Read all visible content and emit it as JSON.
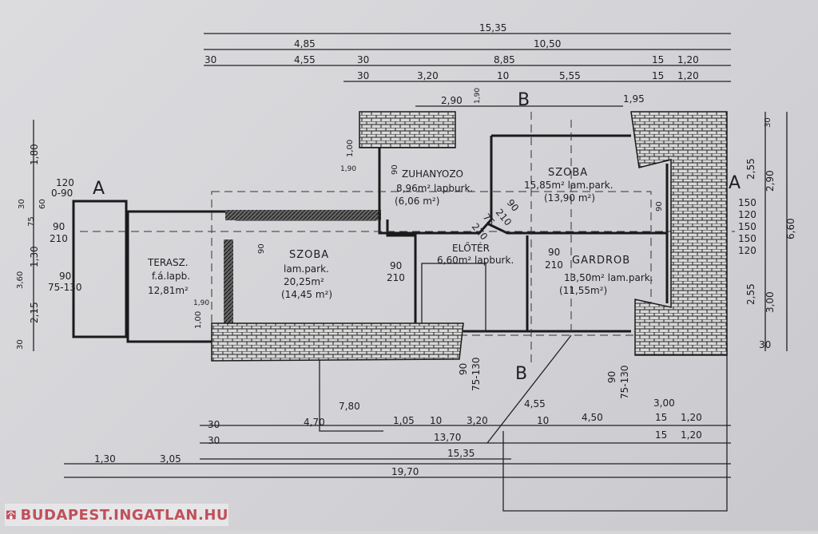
{
  "rooms": {
    "terasz": {
      "name": "TERASZ.",
      "floor": "f.á.lapb.",
      "area": "12,81m²"
    },
    "szoba1": {
      "name": "SZOBA",
      "floor": "lam.park.",
      "area": "20,25m²",
      "net": "(14,45 m²)"
    },
    "zuhanyozo": {
      "name": "ZUHANYOZO",
      "area": "8,96m² lapburk.",
      "net": "(6,06 m²)"
    },
    "szoba2": {
      "name": "SZOBA",
      "area": "15,85m² lam.park.",
      "net": "(13,90 m²)"
    },
    "eloter": {
      "name": "ELŐTÉR",
      "area": "6,60m² lapburk."
    },
    "gardrob": {
      "name": "GARDROB",
      "area": "13,50m² lam.park.",
      "net": "(11,55m²)"
    }
  },
  "sections": [
    "A",
    "A",
    "B",
    "B"
  ],
  "dims_top": [
    "15,35",
    "4,85",
    "10,50",
    "30",
    "4,55",
    "30",
    "8,85",
    "15",
    "1,20",
    "30",
    "3,20",
    "10",
    "5,55",
    "15",
    "1,20",
    "2,90",
    "1,95",
    "1,90",
    "1,00",
    "1,90"
  ],
  "dims_left": [
    "1,80",
    "120",
    "0-90",
    "30",
    "60",
    "75",
    "90",
    "210",
    "1,30",
    "3,60",
    "90",
    "75-130",
    "2,15",
    "1,90",
    "1,00",
    "30"
  ],
  "dims_right": [
    "30",
    "2,55",
    "2,90",
    "6,60",
    "150",
    "120",
    "150",
    "150",
    "120",
    "2,55",
    "3,00",
    "30",
    "90"
  ],
  "dims_interior": [
    "90",
    "210",
    "90",
    "210",
    "90",
    "210",
    "75",
    "210",
    "90",
    "90"
  ],
  "dims_bottom": [
    "90",
    "75-130",
    "90",
    "75-130",
    "7,80",
    "4,55",
    "30",
    "4,70",
    "1,05",
    "10",
    "3,20",
    "10",
    "4,50",
    "3,00",
    "15",
    "1,20",
    "30",
    "13,70",
    "15",
    "1,20",
    "15,35",
    "1,30",
    "3,05",
    "19,70"
  ],
  "watermark": "BUDAPEST.INGATLAN.HU"
}
